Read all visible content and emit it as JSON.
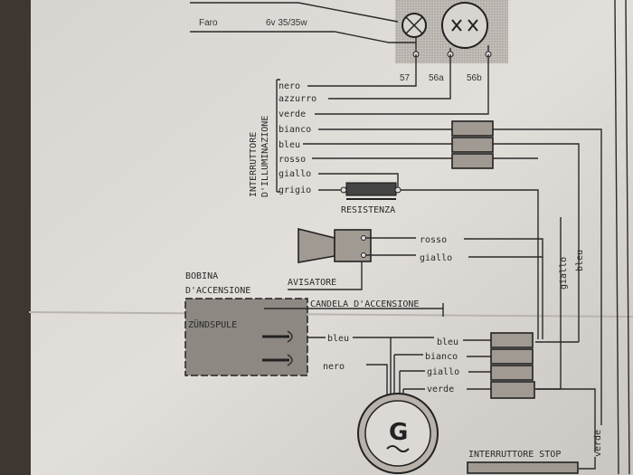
{
  "headlight": {
    "label": "Faro",
    "spec": "6v 35/35w",
    "terminals": [
      "57",
      "56a",
      "56b"
    ]
  },
  "light_switch": {
    "title_line1": "INTERRUTTORE",
    "title_line2": "D'ILLUMINAZIONE",
    "wires": [
      "nero",
      "azzurro",
      "verde",
      "bianco",
      "bleu",
      "rosso",
      "giallo",
      "grigio"
    ]
  },
  "resistor": {
    "label": "RESISTENZA"
  },
  "horn": {
    "label": "AVISATORE",
    "wires": [
      "rosso",
      "giallo"
    ]
  },
  "ignition_coil": {
    "label_line1": "BOBINA",
    "label_line2": "D'ACCENSIONE",
    "label_de": "ZÜNDSPULE",
    "wires": [
      "bleu",
      "nero"
    ]
  },
  "spark_plug": {
    "label": "CANDELA D'ACCENSIONE"
  },
  "generator": {
    "symbol": "G",
    "wires": [
      "bleu",
      "bianco",
      "giallo",
      "verde"
    ]
  },
  "vertical_wires": [
    "giallo",
    "bleu",
    "verde"
  ],
  "stop_switch": {
    "label": "INTERRUTTORE STOP"
  },
  "colors": {
    "paper": "#dddad6",
    "ink": "#2a2a2a",
    "edge": "#3e3630"
  }
}
